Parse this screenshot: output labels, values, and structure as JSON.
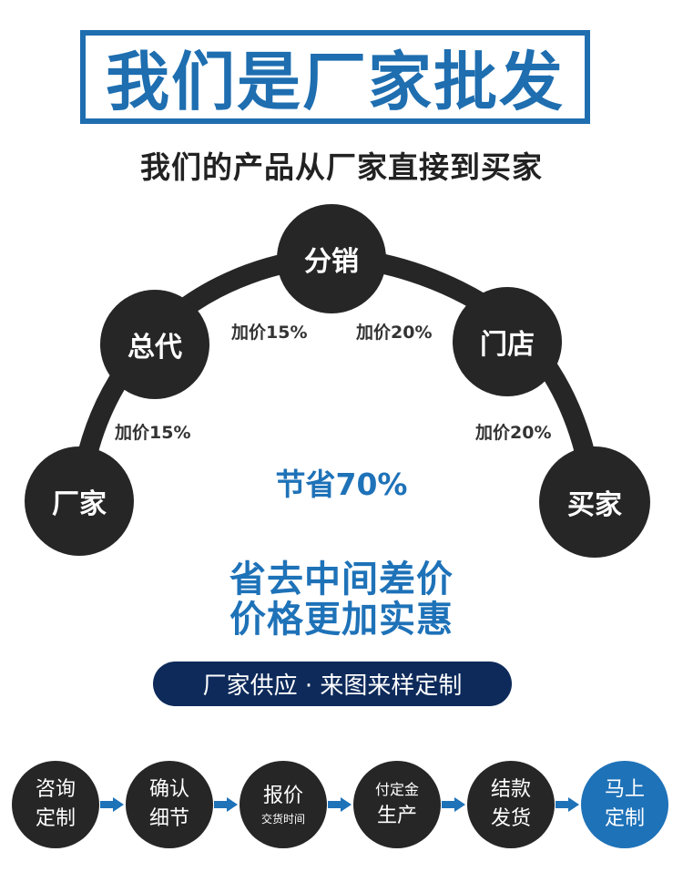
{
  "header": {
    "title": "我们是厂家批发",
    "subtitle": "我们的产品从厂家直接到买家"
  },
  "chain": {
    "nodes": [
      "厂家",
      "总代",
      "分销",
      "门店",
      "买家"
    ],
    "markups": [
      "加价15%",
      "加价15%",
      "加价20%",
      "加价20%"
    ],
    "savings": "节省70%"
  },
  "slogan": {
    "line1": "省去中间差价",
    "line2": "价格更加实惠"
  },
  "pill": {
    "text": "厂家供应 · 来图来样定制"
  },
  "process": {
    "steps": [
      {
        "line1": "咨询",
        "line2": "定制"
      },
      {
        "line1": "确认",
        "line2": "细节"
      },
      {
        "line1": "报价",
        "line2": "交货时间"
      },
      {
        "line1": "付定金",
        "line2": "生产"
      },
      {
        "line1": "结款",
        "line2": "发货"
      },
      {
        "line1": "马上",
        "line2": "定制"
      }
    ]
  },
  "colors": {
    "accent": "#1e72b8",
    "title_blue": "#1e6eb0",
    "dark_node": "#262626",
    "pill_navy": "#0d2a5a"
  }
}
